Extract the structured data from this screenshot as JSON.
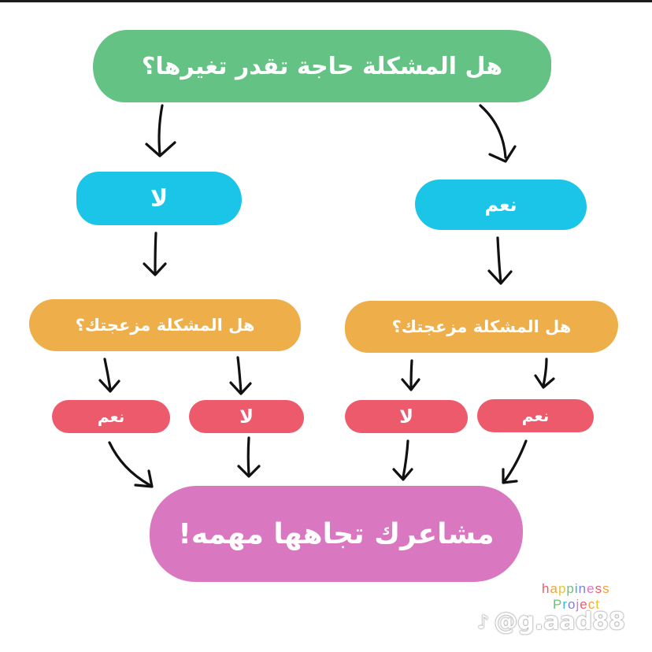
{
  "flowchart": {
    "main_question": "هل المشكلة حاجة تقدر تغيرها؟",
    "no_answer": "لا",
    "yes_answer": "نعم",
    "left_question": "هل المشكلة مزعجتك؟",
    "right_question": "هل المشكلة مزعجتك؟",
    "left_branch": {
      "yes": "نعم",
      "no": "لا"
    },
    "right_branch": {
      "no": "لا",
      "yes": "نعم"
    },
    "result": "مشاعرك تجاهها مهمه!"
  },
  "watermark": {
    "logo_line1": "happiness",
    "logo_line2": "Project",
    "handle": "@g.aad88",
    "tiktok_icon": "tiktok-note-icon"
  },
  "colors": {
    "green": "#63c284",
    "cyan": "#1ac5e7",
    "orange": "#eeae49",
    "red": "#ec5a6c",
    "magenta": "#d978c0",
    "arrow": "#111111"
  }
}
